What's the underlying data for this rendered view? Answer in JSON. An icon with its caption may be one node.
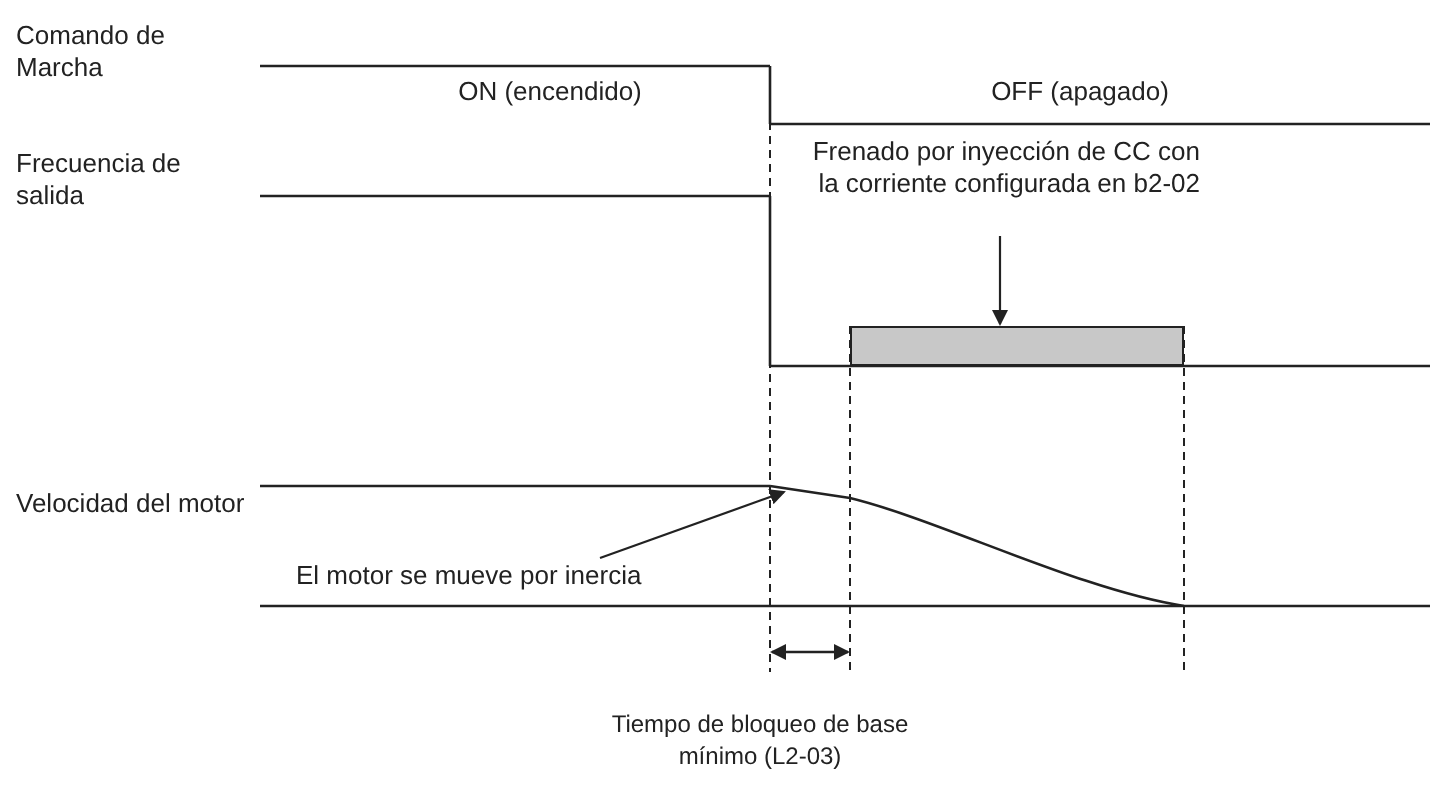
{
  "diagram": {
    "nodes": [
      {
        "text": [
          "Frenado por inyección de CC con la corriente configurada en b2-02"
        ]
      },
      {
        "text": [],
        "shape": "bar"
      },
      {
        "text": [
          "El motor se mueve por inercia"
        ]
      }
    ],
    "edges": [
      {
        "from": 0,
        "to": 1,
        "arrow": "to"
      },
      {
        "from": 2,
        "to": null,
        "arrow": "to"
      }
    ],
    "labels": [
      "Comando de Marcha",
      "ON (encendido)",
      "OFF (apagado)",
      "Frecuencia de salida",
      "Velocidad del motor",
      "Tiempo de bloqueo de base mínimo (L2-03)"
    ]
  }
}
